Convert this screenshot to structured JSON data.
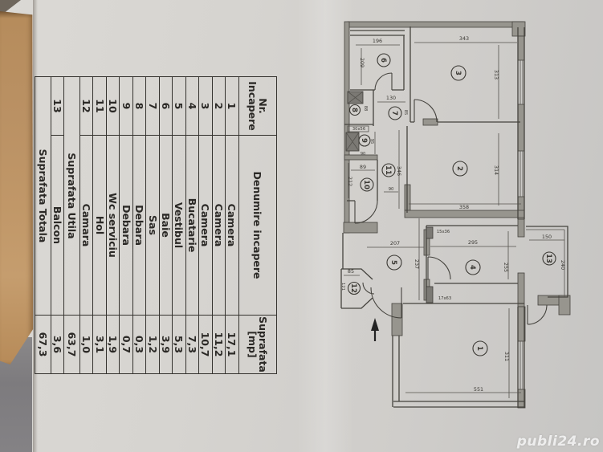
{
  "photo": {
    "watermark": "publi24.ro"
  },
  "table": {
    "headers": {
      "nr1": "Nr.",
      "nr2": "Incapere",
      "den": "Denumire incapere",
      "mp1": "Suprafata",
      "mp2": "[mp]"
    },
    "rows": [
      {
        "nr": "1",
        "name": "Camera",
        "mp": "17,1"
      },
      {
        "nr": "2",
        "name": "Camera",
        "mp": "11,2"
      },
      {
        "nr": "3",
        "name": "Camera",
        "mp": "10,7"
      },
      {
        "nr": "4",
        "name": "Bucatarie",
        "mp": "7,3"
      },
      {
        "nr": "5",
        "name": "Vestibul",
        "mp": "5,3"
      },
      {
        "nr": "6",
        "name": "Baie",
        "mp": "3,9"
      },
      {
        "nr": "7",
        "name": "Sas",
        "mp": "1,2"
      },
      {
        "nr": "8",
        "name": "Debara",
        "mp": "0,3"
      },
      {
        "nr": "9",
        "name": "Debara",
        "mp": "0,7"
      },
      {
        "nr": "10",
        "name": "Wc serviciu",
        "mp": "1,9"
      },
      {
        "nr": "11",
        "name": "Hol",
        "mp": "3,1"
      },
      {
        "nr": "12",
        "name": "Camara",
        "mp": "1,0"
      },
      {
        "label": "Suprafata Utila",
        "mp": "63,7"
      },
      {
        "nr": "13",
        "name": "Balcon",
        "mp": "3,6"
      },
      {
        "label": "Suprafata Totala",
        "mp": "67,3"
      }
    ]
  },
  "plan": {
    "rooms": [
      {
        "num": "1"
      },
      {
        "num": "2"
      },
      {
        "num": "3"
      },
      {
        "num": "4"
      },
      {
        "num": "5"
      },
      {
        "num": "6"
      },
      {
        "num": "7"
      },
      {
        "num": "8"
      },
      {
        "num": "9"
      },
      {
        "num": "10"
      },
      {
        "num": "11"
      },
      {
        "num": "12"
      },
      {
        "num": "13"
      }
    ],
    "dims": {
      "r6w": "196",
      "r6h": "209",
      "r3w": "343",
      "r3h": "313",
      "r7w": "130",
      "r7d": "85",
      "r8d": "88",
      "r9box": "30x56",
      "r9h": "95",
      "r9w": "90",
      "r10w": "89",
      "r10h": "212",
      "r11w": "90",
      "r11h": "346",
      "r2w": "358",
      "r2h": "314",
      "r5w": "207",
      "r5h": "237",
      "r12w": "85",
      "r12h": "121",
      "r4w": "295",
      "r4h": "255",
      "r4boxa": "15x36",
      "r4boxb": "17x63",
      "r13w": "150",
      "r13h": "240",
      "r1w": "551",
      "r1h": "311"
    }
  }
}
